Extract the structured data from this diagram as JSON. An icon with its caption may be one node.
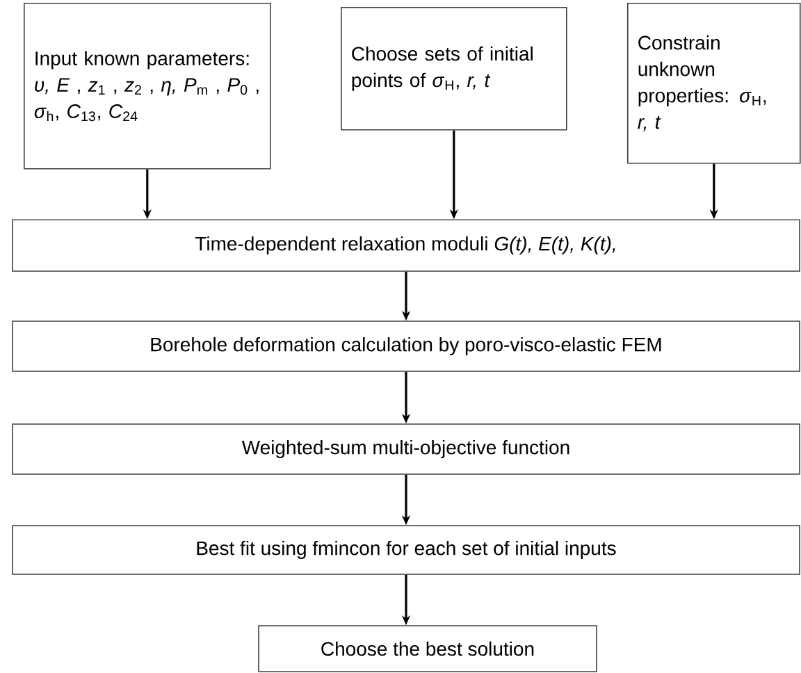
{
  "diagram": {
    "nodes": [
      {
        "text": [
          "Input known parameters: *υ, E* , *z*$_{1}$ , *z*$_{2}$ , *η, P*$_{m}$ , *P*$_{0}$ , *σ*$_{h}$, *C*$_{13}$, *C*$_{24}$"
        ]
      },
      {
        "text": [
          "Choose sets of initial points of *σ*$_{H}$, *r, t*"
        ]
      },
      {
        "text": [
          "Constrain unknown properties: *σ*$_{H}$, *r, t*"
        ]
      },
      {
        "text": [
          "Time-dependent relaxation moduli *G(t), E(t), K(t),*"
        ]
      },
      {
        "text": [
          "Borehole deformation calculation by poro-visco-elastic FEM"
        ]
      },
      {
        "text": [
          "Weighted-sum multi-objective function"
        ]
      },
      {
        "text": [
          "Best fit using fmincon for each set of initial inputs"
        ]
      },
      {
        "text": [
          "Choose the best solution"
        ]
      }
    ],
    "edges": [
      {
        "from": 0,
        "to": 3,
        "arrow": "to"
      },
      {
        "from": 1,
        "to": 3,
        "arrow": "to"
      },
      {
        "from": 2,
        "to": 3,
        "arrow": "to"
      },
      {
        "from": 3,
        "to": 4,
        "arrow": "to"
      },
      {
        "from": 4,
        "to": 5,
        "arrow": "to"
      },
      {
        "from": 5,
        "to": 6,
        "arrow": "to"
      },
      {
        "from": 6,
        "to": 7,
        "arrow": "to"
      }
    ]
  }
}
